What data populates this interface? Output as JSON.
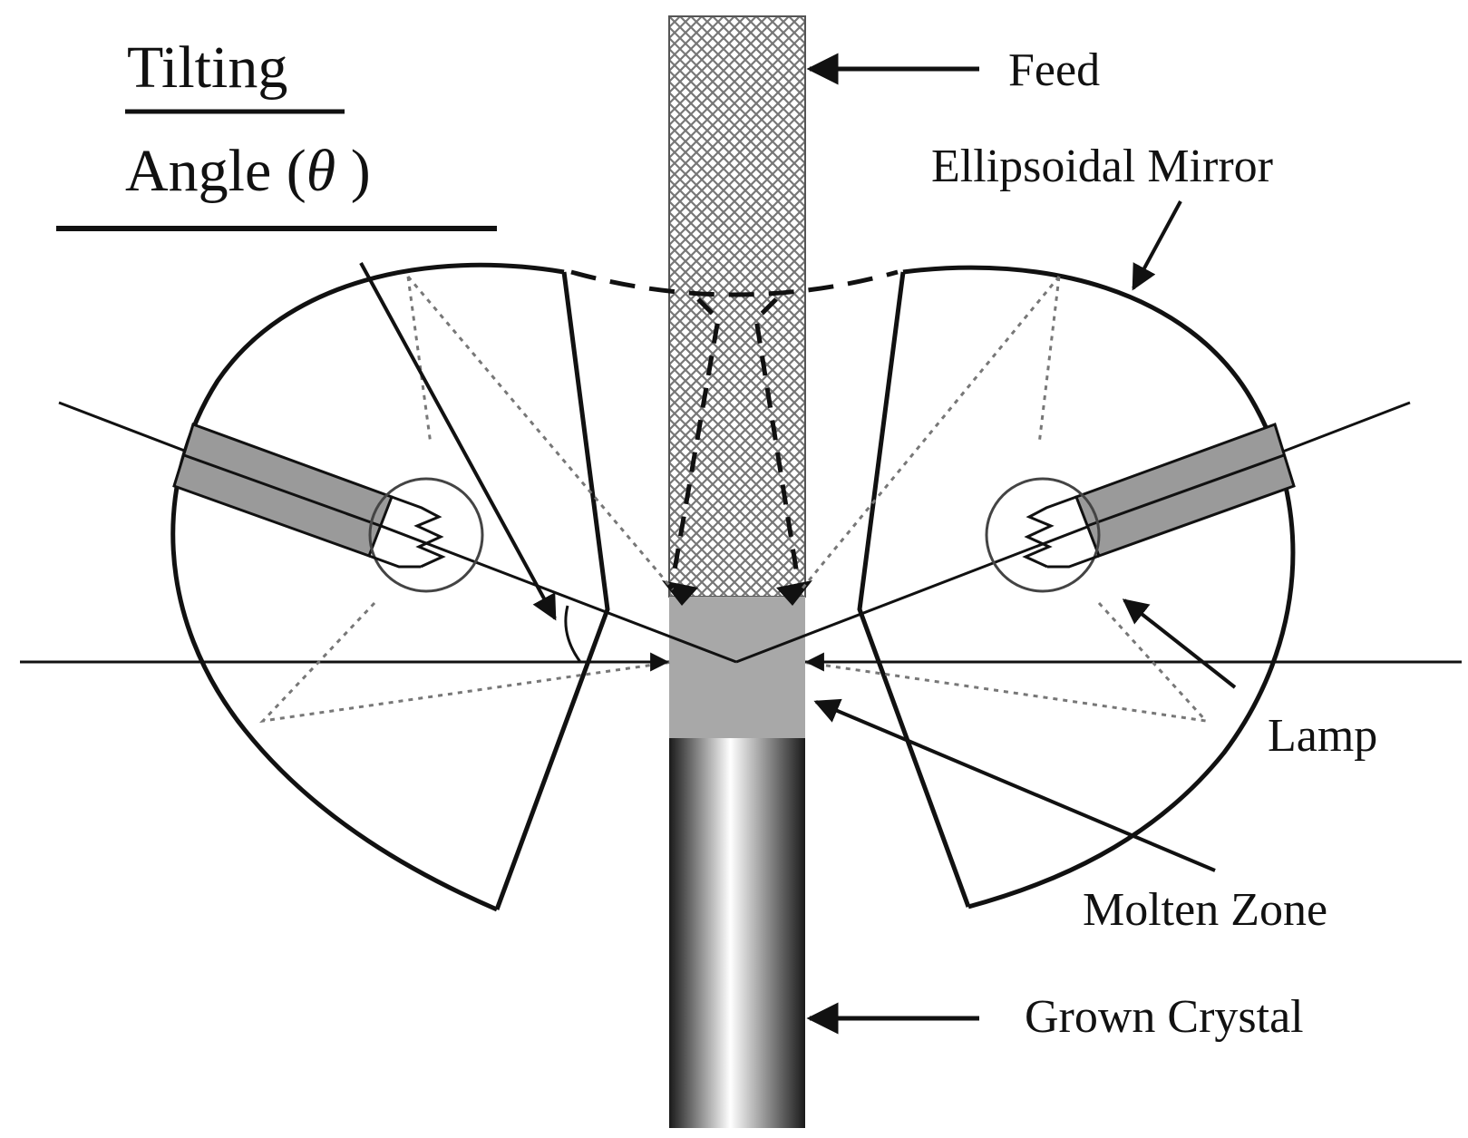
{
  "title": {
    "line1": "Tilting",
    "line2_prefix": "Angle (",
    "line2_symbol": "θ",
    "line2_suffix": " )"
  },
  "labels": {
    "feed": "Feed",
    "mirror": "Ellipsoidal Mirror",
    "lamp": "Lamp",
    "molten_zone": "Molten Zone",
    "grown_crystal": "Grown Crystal"
  },
  "colors": {
    "line": "#111111",
    "lamp_body": "#9a9a9a",
    "molten_zone": "#a8a8a8",
    "feed_pattern": "#8a8a8a"
  }
}
